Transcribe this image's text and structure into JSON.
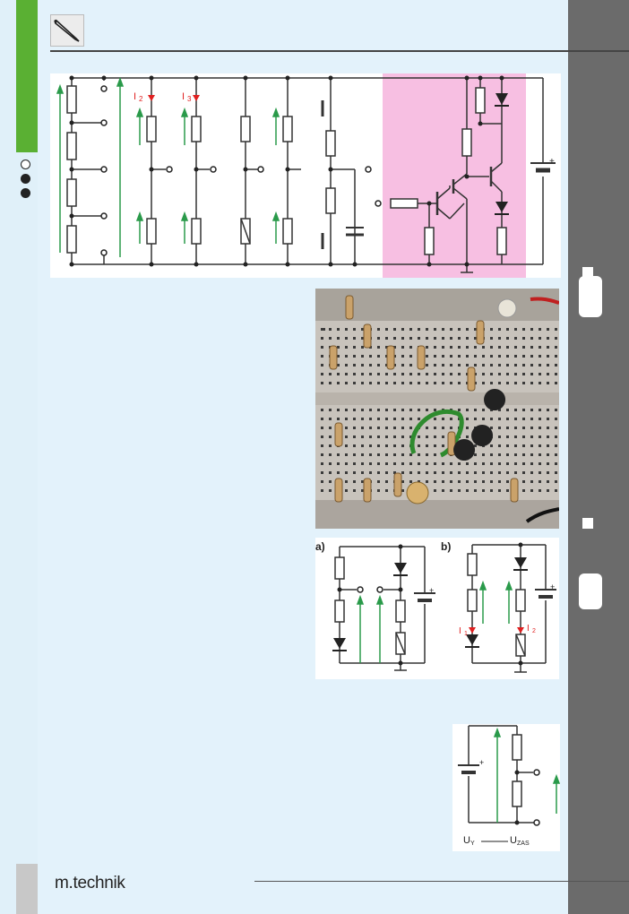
{
  "colors": {
    "accent_green": "#5ab033",
    "sidebar_gray": "#6b6b6b",
    "highlight_pink": "#f7bfe2",
    "page_bg": "#e3f2fb"
  },
  "icons": [
    "pencil-icon",
    "battery-icon",
    "led-icon",
    "photoresistor-icon",
    "pushbutton-icon",
    "transistor-icon"
  ],
  "circuit_labels": {
    "current_2": "I",
    "current_2_sub": "2",
    "current_3": "I",
    "current_3_sub": "3",
    "battery_plus": "+"
  },
  "figure_ab": {
    "label_a": "a)",
    "label_b": "b)",
    "current_1": "I",
    "current_1_sub": "1",
    "current_2": "I",
    "current_2_sub": "2",
    "battery_plus": "+"
  },
  "divider": {
    "label_left": "U",
    "label_left_sub": "Y",
    "label_right": "U",
    "label_right_sub": "ZAS",
    "battery_plus": "+"
  },
  "footer": {
    "brand": "m.technik"
  }
}
